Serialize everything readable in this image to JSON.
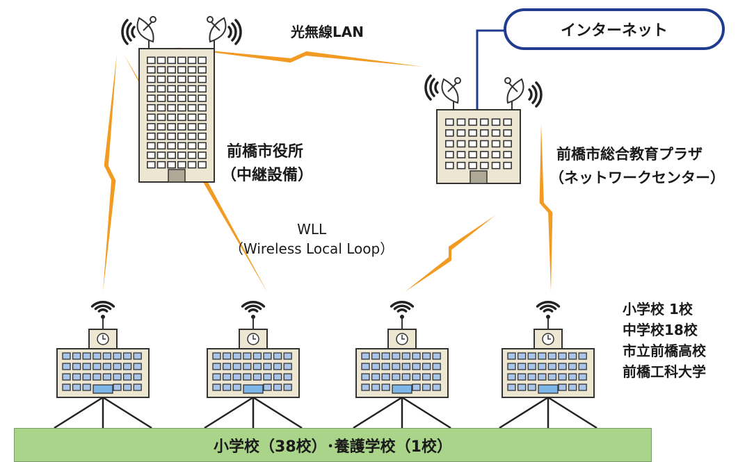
{
  "colors": {
    "lightning": "#f29b22",
    "blue_line": "#203c8e",
    "bar_green": "#aad48a",
    "building_tan": "#ece6d2",
    "window_blue": "#a9c5ea"
  },
  "icons": [
    "antenna-dish-icon",
    "wireless-signal-icon",
    "clock-icon",
    "lightning-link-icon"
  ],
  "links": {
    "optical_wireless": "光無線LAN",
    "wll_line1": "WLL",
    "wll_line2": "（Wireless Local Loop）"
  },
  "internet": {
    "label": "インターネット"
  },
  "city_hall": {
    "name": "前橋市役所",
    "sub": "（中継設備）"
  },
  "plaza": {
    "name": "前橋市総合教育プラザ",
    "sub": "（ネットワークセンター）"
  },
  "schools_list": [
    "小学校 1校",
    "中学校18校",
    "市立前橋高校",
    "前橋工科大学"
  ],
  "base": {
    "label": "小学校（38校）･養護学校（1校）"
  }
}
